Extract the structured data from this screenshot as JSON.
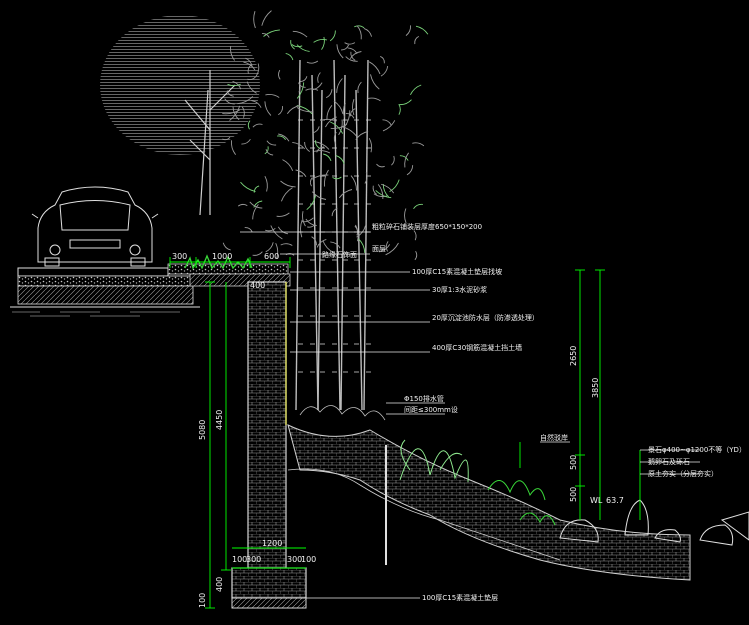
{
  "colors": {
    "background": "#000000",
    "line_white": "#e8e8e8",
    "dim_green": "#00ff00",
    "foliage_grey": "#8a8a8a",
    "grass_green": "#39d839",
    "wall_hatch": "#bdbdbd",
    "text": "#f2f2f2"
  },
  "top_dimensions": {
    "d1": "300",
    "d2": "1000",
    "d3": "600"
  },
  "vertical_dimensions": {
    "total_height": "5080",
    "wall_height": "4450",
    "base_a": "100",
    "base_b": "400",
    "top_block": "400",
    "right_total": "3850",
    "right_upper": "2650",
    "right_mid": "500",
    "right_low": "500"
  },
  "bottom_dimensions": {
    "footing_width": "1200",
    "left_a": "100",
    "left_b": "300",
    "right_a": "300",
    "right_b": "100"
  },
  "water_level": {
    "wl": "WL",
    "value": "63.7"
  },
  "callouts": {
    "top_note": "粗粒碎石铺装层厚度650*150*200",
    "paving": "面层",
    "road_base": "路缘石饰面",
    "base_layer": "100厚C15素混凝土垫层找坡",
    "gravel": "30厚1:3水泥砂浆",
    "membrane": "20厚沉淀池防水层（防渗透处理）",
    "wall_face": "400厚C30钢筋混凝土挡土墙",
    "drain_pipe": "Φ150排水管",
    "drain_spacing": "间距≤300mm设",
    "pond_edge": "自然驳岸",
    "stone_size": "景石φ400~φ1200不等（YD）",
    "stone_note1": "鹅卵石及砾石",
    "stone_note2": "原土夯实（分层夯实）",
    "foundation": "100厚C15素混凝土垫层"
  }
}
